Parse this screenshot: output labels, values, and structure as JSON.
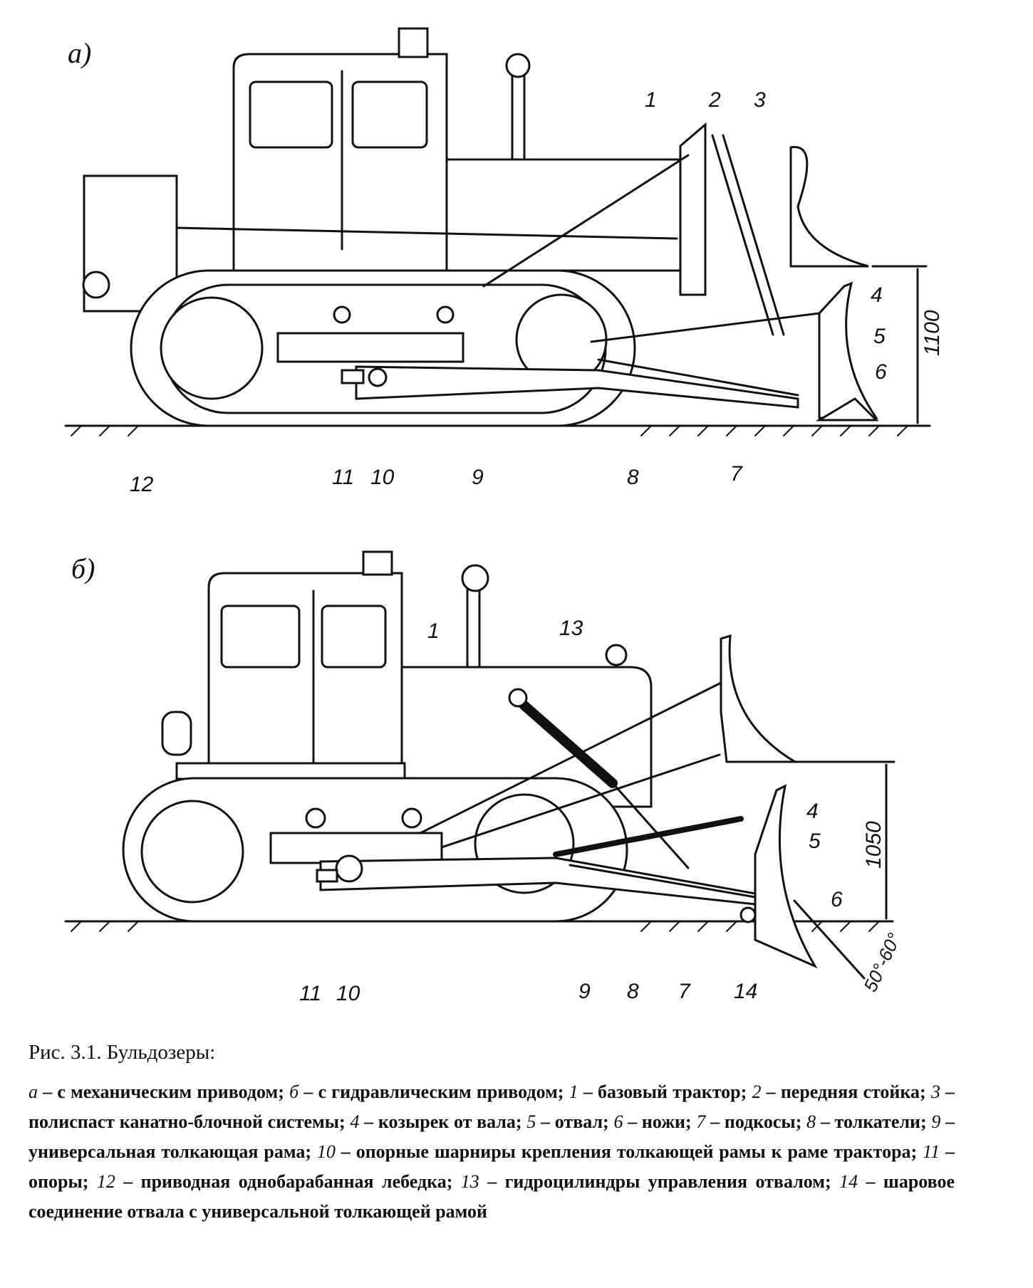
{
  "figure_a": {
    "sublabel": "а)",
    "callouts": [
      "1",
      "2",
      "3",
      "4",
      "5",
      "6",
      "7",
      "8",
      "9",
      "10",
      "11",
      "12"
    ],
    "dimension": "1100"
  },
  "figure_b": {
    "sublabel": "б)",
    "callouts": [
      "1",
      "13",
      "4",
      "5",
      "6",
      "11",
      "10",
      "9",
      "8",
      "7",
      "14"
    ],
    "dimension": "1050",
    "angle": "50°-60°"
  },
  "caption": {
    "title": "Рис. 3.1. Бульдозеры:",
    "items": [
      {
        "key": "а",
        "text": "с механическим приводом;"
      },
      {
        "key": "б",
        "text": "с гидравлическим приводом;"
      },
      {
        "key": "1",
        "text": "базовый трактор;"
      },
      {
        "key": "2",
        "text": "передняя стойка;"
      },
      {
        "key": "3",
        "text": "полиспаст канатно-блочной системы;"
      },
      {
        "key": "4",
        "text": "козырек от вала;"
      },
      {
        "key": "5",
        "text": "отвал;"
      },
      {
        "key": "6",
        "text": "ножи;"
      },
      {
        "key": "7",
        "text": "подкосы;"
      },
      {
        "key": "8",
        "text": "толкатели;"
      },
      {
        "key": "9",
        "text": "универсальная толкающая рама;"
      },
      {
        "key": "10",
        "text": "опорные шарниры крепления толкающей рамы к раме трактора;"
      },
      {
        "key": "11",
        "text": "опоры;"
      },
      {
        "key": "12",
        "text": "приводная однобарабанная лебедка;"
      },
      {
        "key": "13",
        "text": "гидроцилиндры управления отвалом;"
      },
      {
        "key": "14",
        "text": "шаровое соединение отвала с универсальной толкающей рамой"
      }
    ]
  }
}
